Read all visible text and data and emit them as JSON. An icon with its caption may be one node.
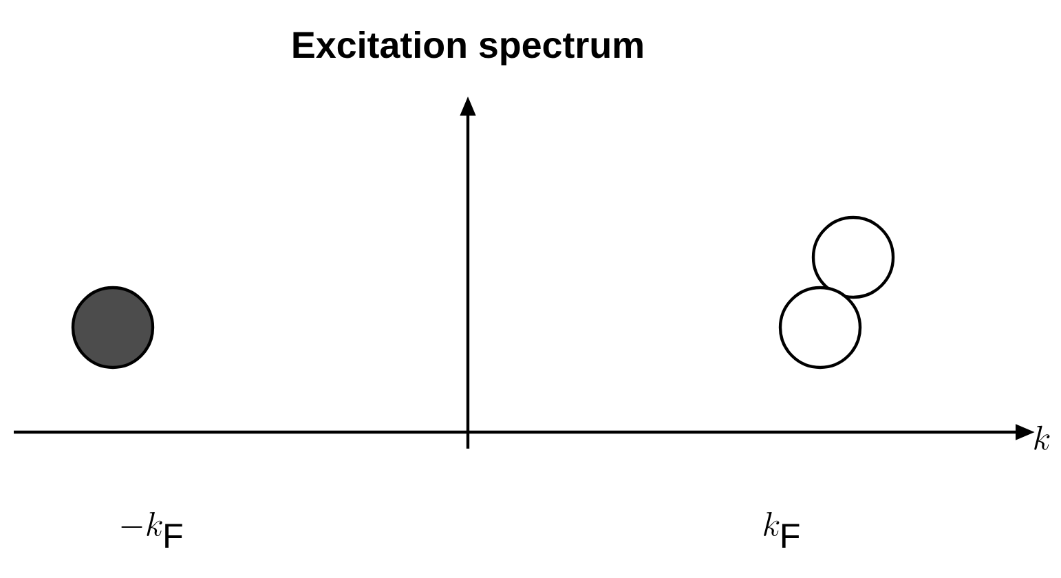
{
  "diagram": {
    "title": "Excitation spectrum",
    "nodes": [
      {
        "text": [],
        "shape": "circle"
      },
      {
        "text": [],
        "shape": "circle"
      },
      {
        "text": [],
        "shape": "circle"
      }
    ],
    "labels": [
      "-k_{\\mathrm{F}}",
      "k_{\\mathrm{F}}",
      "k"
    ]
  }
}
